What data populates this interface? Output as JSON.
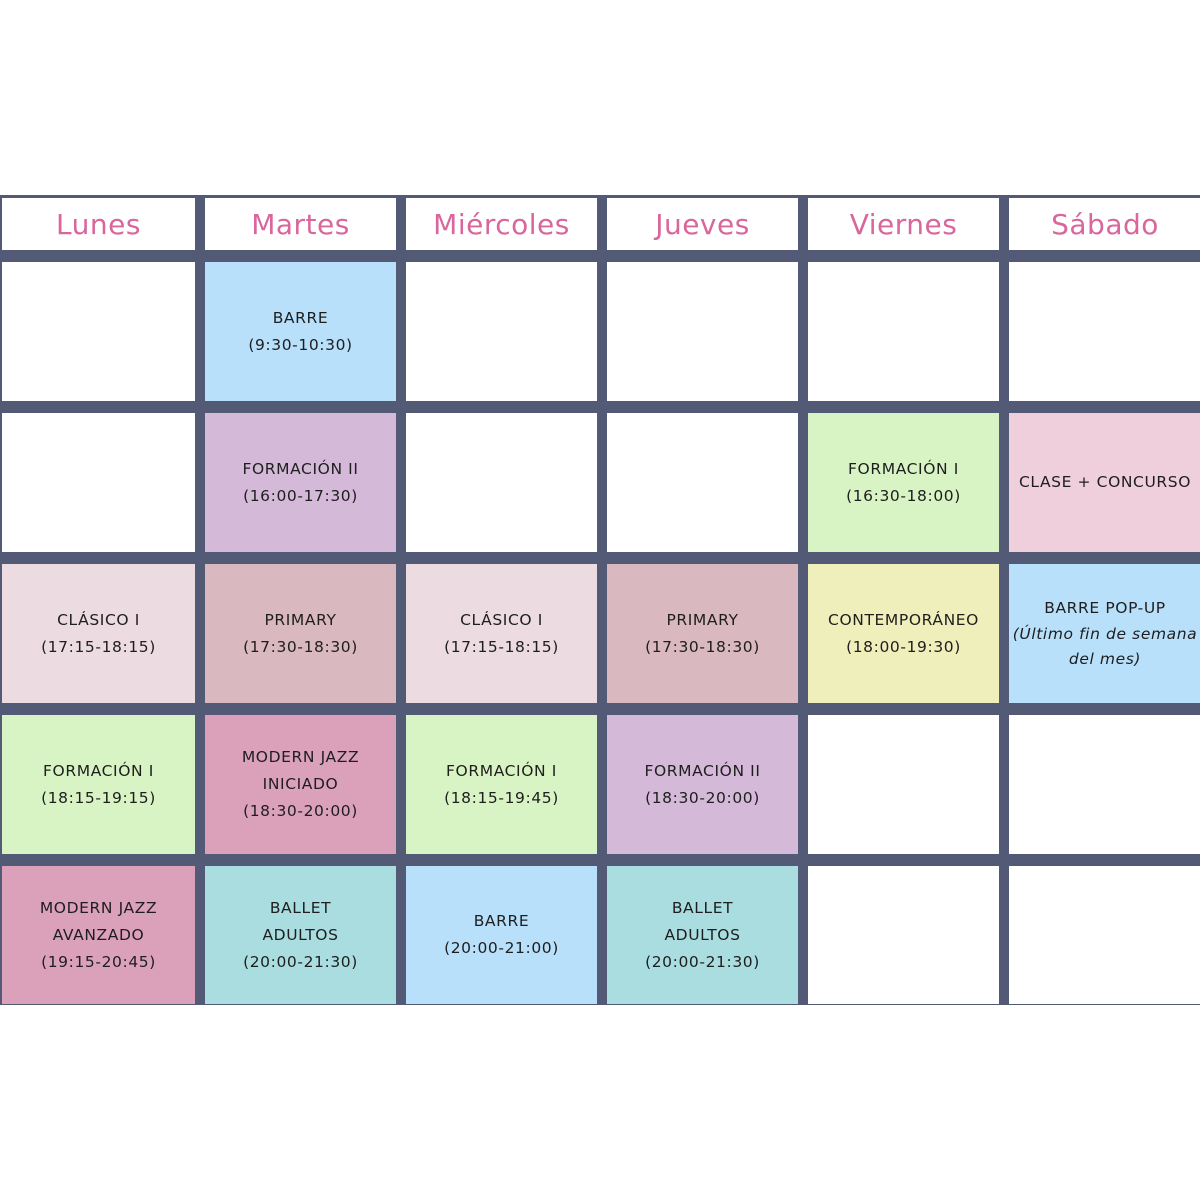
{
  "days": [
    "Lunes",
    "Martes",
    "Miércoles",
    "Jueves",
    "Viernes",
    "Sábado"
  ],
  "colors": {
    "header_text": "#d9669c",
    "grid_border": "#525a75",
    "barre": "#b8e0fb",
    "formacion_ii": "#d5b9d9",
    "formacion_i": "#d9f4c4",
    "clase_concurso": "#efcfdb",
    "clasico": "#ecdbe0",
    "primary": "#dab8bf",
    "contemporaneo": "#efefbb",
    "modern_jazz": "#dba1bb",
    "ballet_adultos": "#a9dde0",
    "empty": "#ffffff"
  },
  "rows": [
    [
      {
        "lines": [],
        "color": "empty"
      },
      {
        "lines": [
          "BARRE",
          "(9:30-10:30)"
        ],
        "color": "barre"
      },
      {
        "lines": [],
        "color": "empty"
      },
      {
        "lines": [],
        "color": "empty"
      },
      {
        "lines": [],
        "color": "empty"
      },
      {
        "lines": [],
        "color": "empty"
      }
    ],
    [
      {
        "lines": [],
        "color": "empty"
      },
      {
        "lines": [
          "FORMACIÓN II",
          "(16:00-17:30)"
        ],
        "color": "formacion_ii"
      },
      {
        "lines": [],
        "color": "empty"
      },
      {
        "lines": [],
        "color": "empty"
      },
      {
        "lines": [
          "FORMACIÓN I",
          "(16:30-18:00)"
        ],
        "color": "formacion_i"
      },
      {
        "lines": [
          "CLASE + CONCURSO"
        ],
        "color": "clase_concurso"
      }
    ],
    [
      {
        "lines": [
          "CLÁSICO I",
          "(17:15-18:15)"
        ],
        "color": "clasico"
      },
      {
        "lines": [
          "PRIMARY",
          "(17:30-18:30)"
        ],
        "color": "primary"
      },
      {
        "lines": [
          "CLÁSICO I",
          "(17:15-18:15)"
        ],
        "color": "clasico"
      },
      {
        "lines": [
          "PRIMARY",
          "(17:30-18:30)"
        ],
        "color": "primary"
      },
      {
        "lines": [
          "CONTEMPORÁNEO",
          "(18:00-19:30)"
        ],
        "color": "contemporaneo"
      },
      {
        "lines": [
          "BARRE POP-UP"
        ],
        "notes": [
          "(Último fin de semana",
          "del mes)"
        ],
        "color": "barre"
      }
    ],
    [
      {
        "lines": [
          "FORMACIÓN I",
          "(18:15-19:15)"
        ],
        "color": "formacion_i"
      },
      {
        "lines": [
          "MODERN JAZZ",
          "INICIADO",
          "(18:30-20:00)"
        ],
        "color": "modern_jazz"
      },
      {
        "lines": [
          "FORMACIÓN I",
          "(18:15-19:45)"
        ],
        "color": "formacion_i"
      },
      {
        "lines": [
          "FORMACIÓN II",
          "(18:30-20:00)"
        ],
        "color": "formacion_ii"
      },
      {
        "lines": [],
        "color": "empty"
      },
      {
        "lines": [],
        "color": "empty"
      }
    ],
    [
      {
        "lines": [
          "MODERN JAZZ",
          "AVANZADO",
          "(19:15-20:45)"
        ],
        "color": "modern_jazz"
      },
      {
        "lines": [
          "BALLET",
          "ADULTOS",
          "(20:00-21:30)"
        ],
        "color": "ballet_adultos"
      },
      {
        "lines": [
          "BARRE",
          "(20:00-21:00)"
        ],
        "color": "barre"
      },
      {
        "lines": [
          "BALLET",
          "ADULTOS",
          "(20:00-21:30)"
        ],
        "color": "ballet_adultos"
      },
      {
        "lines": [],
        "color": "empty"
      },
      {
        "lines": [],
        "color": "empty"
      }
    ]
  ]
}
